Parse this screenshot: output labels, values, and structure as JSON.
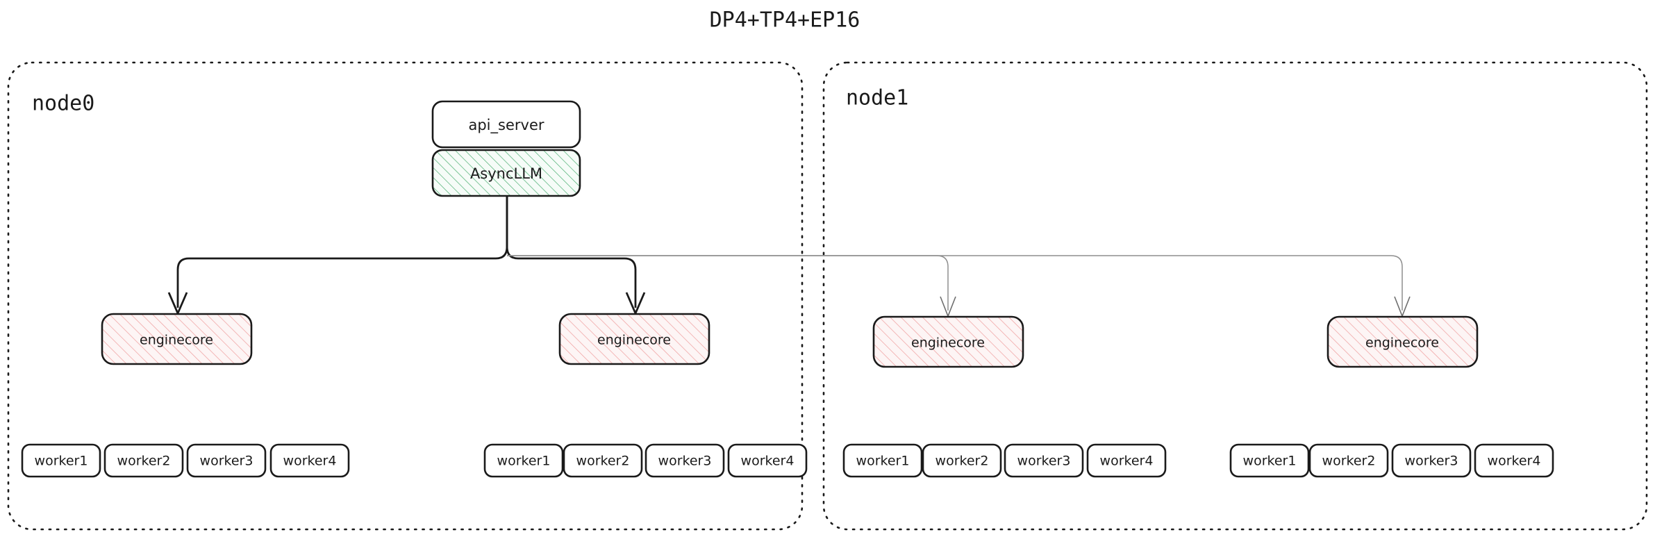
{
  "title": "DP4+TP4+EP16",
  "colors": {
    "stroke": "#1a1a1a",
    "green_hatch": "#4caf72",
    "green_fill": "#f4fbf6",
    "pink_hatch": "#f0a6a6",
    "pink_fill": "#fdf4f4",
    "box_fill": "#ffffff",
    "weak_stroke": "#8e8e8e",
    "background": "#ffffff"
  },
  "nodes": [
    {
      "id": "node0",
      "label": "node0",
      "top_boxes": [
        {
          "id": "api_server",
          "label": "api_server",
          "style": "plain"
        },
        {
          "id": "async_llm",
          "label": "AsyncLLM",
          "style": "green-hatch"
        }
      ],
      "enginecores": [
        {
          "id": "node0-enginecore-0",
          "label": "enginecore",
          "style": "pink-hatch"
        },
        {
          "id": "node0-enginecore-1",
          "label": "enginecore",
          "style": "pink-hatch"
        }
      ],
      "worker_groups": [
        {
          "id": "node0-workers-0",
          "workers": [
            "worker1",
            "worker2",
            "worker3",
            "worker4"
          ]
        },
        {
          "id": "node0-workers-1",
          "workers": [
            "worker1",
            "worker2",
            "worker3",
            "worker4"
          ]
        }
      ]
    },
    {
      "id": "node1",
      "label": "node1",
      "top_boxes": [],
      "enginecores": [
        {
          "id": "node1-enginecore-0",
          "label": "enginecore",
          "style": "pink-hatch"
        },
        {
          "id": "node1-enginecore-1",
          "label": "enginecore",
          "style": "pink-hatch"
        }
      ],
      "worker_groups": [
        {
          "id": "node1-workers-0",
          "workers": [
            "worker1",
            "worker2",
            "worker3",
            "worker4"
          ]
        },
        {
          "id": "node1-workers-1",
          "workers": [
            "worker1",
            "worker2",
            "worker3",
            "worker4"
          ]
        }
      ]
    }
  ],
  "connections": [
    {
      "from": "async_llm",
      "to": "node0-enginecore-0",
      "emphasis": "strong"
    },
    {
      "from": "async_llm",
      "to": "node0-enginecore-1",
      "emphasis": "strong"
    },
    {
      "from": "async_llm",
      "to": "node1-enginecore-0",
      "emphasis": "weak"
    },
    {
      "from": "async_llm",
      "to": "node1-enginecore-1",
      "emphasis": "weak"
    }
  ]
}
